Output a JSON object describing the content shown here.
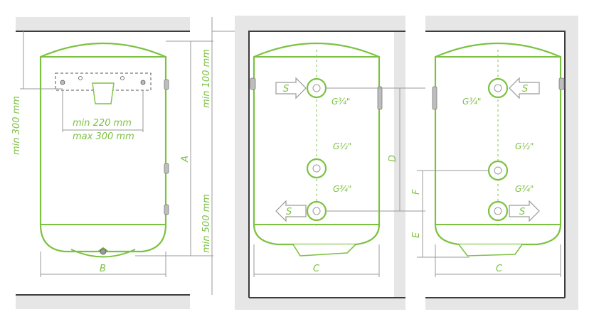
{
  "colors": {
    "accent": "#7cc242",
    "dimension": "#9a9a9a",
    "wall": "#3c3c3c",
    "panel": "#e6e6e6"
  },
  "left_view": {
    "min_300": "min 300 mm",
    "min_220": "min 220 mm",
    "max_300": "max 300 mm",
    "dim_a": "A",
    "dim_b": "B",
    "min_100": "min 100 mm",
    "min_500": "min 500 mm"
  },
  "middle_view": {
    "s_top": "S",
    "s_bottom": "S",
    "g34_top": "G¾\"",
    "g12": "G½\"",
    "g34_bottom": "G¾\"",
    "dim_d": "D",
    "dim_c": "C"
  },
  "right_view": {
    "s_top": "S",
    "s_bottom": "S",
    "g34_top": "G¾\"",
    "g12": "G½\"",
    "g34_bottom": "G¾\"",
    "dim_f": "F",
    "dim_e": "E",
    "dim_c": "C"
  }
}
